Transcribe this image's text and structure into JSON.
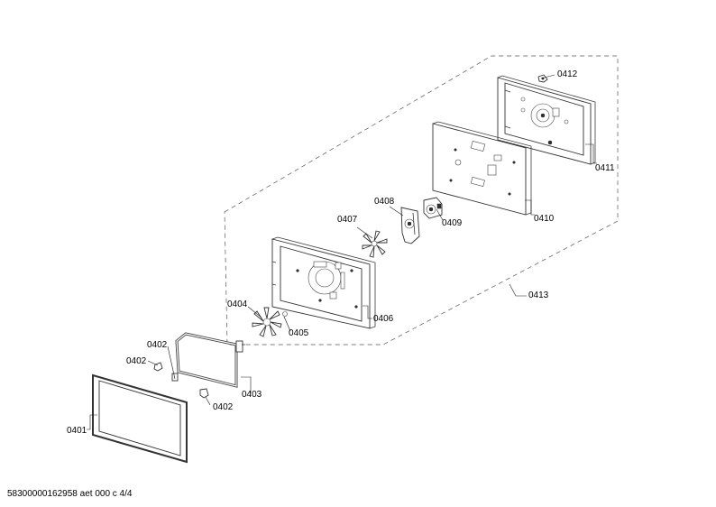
{
  "labels": {
    "p0412": "0412",
    "p0411": "0411",
    "p0410": "0410",
    "p0413": "0413",
    "p0408": "0408",
    "p0409": "0409",
    "p0407": "0407",
    "p0406": "0406",
    "p0404": "0404",
    "p0405": "0405",
    "p0402a": "0402",
    "p0402b": "0402",
    "p0402c": "0402",
    "p0403": "0403",
    "p0401": "0401"
  },
  "footer": {
    "text": "58300000162958 aet 000 c 4/4"
  }
}
